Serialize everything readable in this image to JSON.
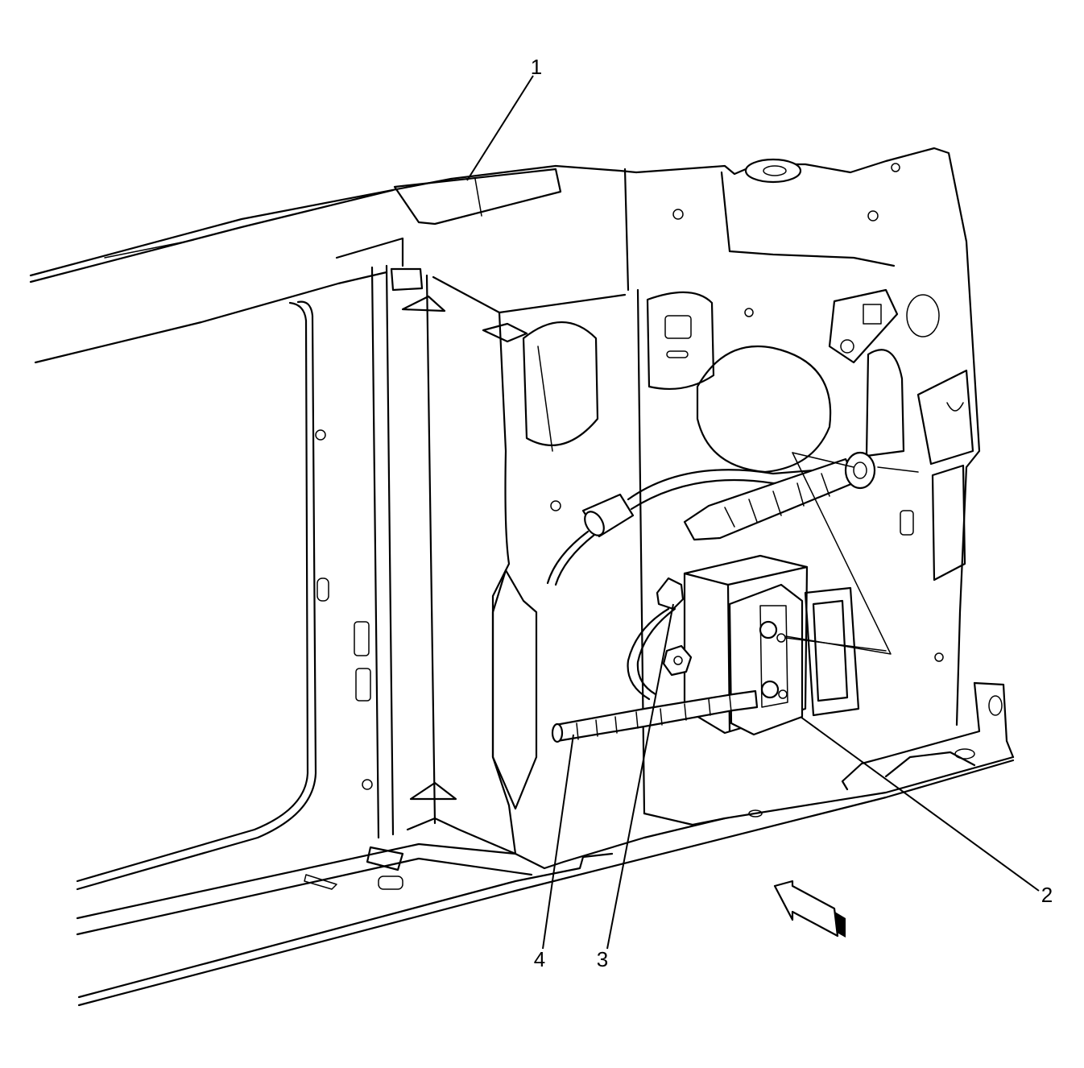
{
  "callouts": [
    {
      "id": "1",
      "label": "1"
    },
    {
      "id": "2",
      "label": "2"
    },
    {
      "id": "3",
      "label": "3"
    },
    {
      "id": "4",
      "label": "4"
    }
  ],
  "icons": {
    "view_arrow": "view-direction-arrow-icon"
  },
  "colors": {
    "line": "#000000",
    "background": "#ffffff"
  }
}
